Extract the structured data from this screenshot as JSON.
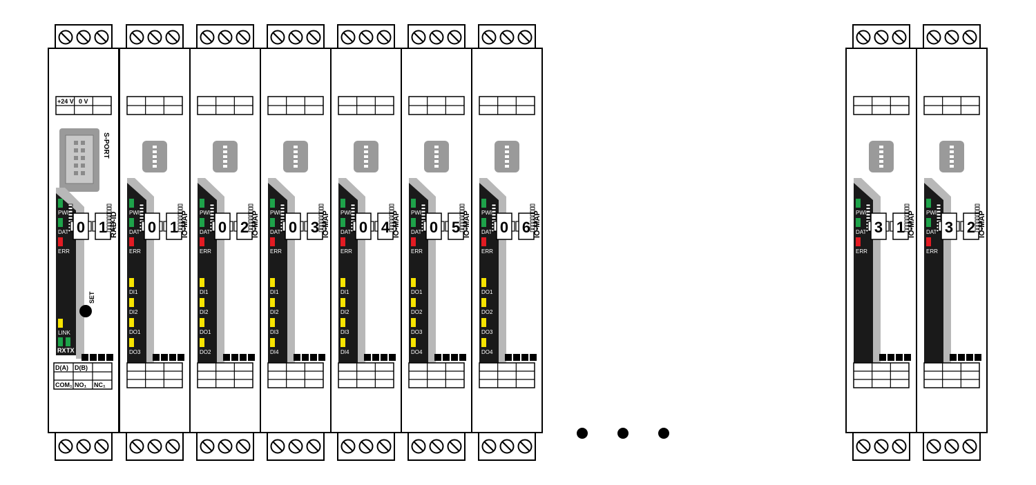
{
  "colors": {
    "body": "#ffffff",
    "outline": "#000000",
    "led_panel": "#1a1a1a",
    "stripe": "#b8b8b8",
    "port": "#9a9a9a",
    "led_green": "#1ea34a",
    "led_red": "#e31b23",
    "led_yellow": "#f7e400"
  },
  "gateway": {
    "power_labels": [
      "+24 V",
      "0 V"
    ],
    "port_label": "S-PORT",
    "status_leds": [
      {
        "label": "PWR",
        "color": "green"
      },
      {
        "label": "DAT",
        "color": "green"
      },
      {
        "label": "ERR",
        "color": "red"
      }
    ],
    "set_label": "SET",
    "link_label": "LINK",
    "rx_label": "RX",
    "tx_label": "TX",
    "switch_digits": [
      "0",
      "1"
    ],
    "switch_caption": "RAD-ID",
    "bottom_row1": [
      "D(A)",
      "D(B)"
    ],
    "bottom_row2": [
      "COM₁",
      "NO₁",
      "NC₁"
    ]
  },
  "io_modules": [
    {
      "digits": [
        "0",
        "1"
      ],
      "caption": "IO-MAP",
      "io": [
        "DI1",
        "DI2",
        "DO1",
        "DO3"
      ]
    },
    {
      "digits": [
        "0",
        "2"
      ],
      "caption": "IO-MAP",
      "io": [
        "DI1",
        "DI2",
        "DO1",
        "DO2"
      ]
    },
    {
      "digits": [
        "0",
        "3"
      ],
      "caption": "IO-MAP",
      "io": [
        "DI1",
        "DI2",
        "DI3",
        "DI4"
      ]
    },
    {
      "digits": [
        "0",
        "4"
      ],
      "caption": "IO-MAP",
      "io": [
        "DI1",
        "DI2",
        "DI3",
        "DI4"
      ]
    },
    {
      "digits": [
        "0",
        "5"
      ],
      "caption": "IO-MAP",
      "io": [
        "DO1",
        "DO2",
        "DO3",
        "DO4"
      ]
    },
    {
      "digits": [
        "0",
        "6"
      ],
      "caption": "IO-MAP",
      "io": [
        "DO1",
        "DO2",
        "DO3",
        "DO4"
      ]
    },
    {
      "digits": [
        "3",
        "1"
      ],
      "caption": "IO-MAP",
      "io": []
    },
    {
      "digits": [
        "3",
        "2"
      ],
      "caption": "IO-MAP",
      "io": []
    }
  ],
  "module_status_leds": [
    {
      "label": "PWR",
      "color": "green"
    },
    {
      "label": "DAT",
      "color": "green"
    },
    {
      "label": "ERR",
      "color": "red"
    }
  ],
  "ellipsis_dots": 3
}
